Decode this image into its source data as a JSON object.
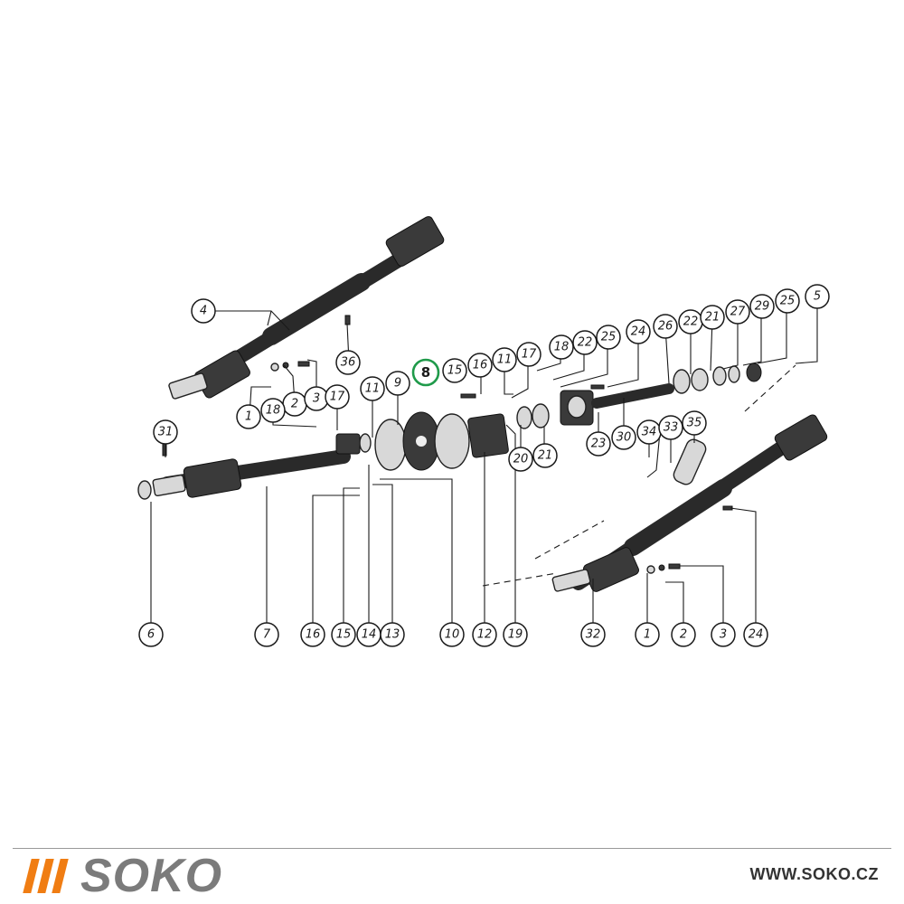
{
  "brand": {
    "name": "SOKO",
    "website": "WWW.SOKO.CZ",
    "accent_color": "#f07d13",
    "text_color": "#7b7b7b"
  },
  "diagram": {
    "highlighted_part": "8",
    "highlight_color": "#1f9a4a",
    "callouts": [
      "4",
      "36",
      "1",
      "2",
      "3",
      "17",
      "18",
      "31",
      "6",
      "7",
      "16",
      "15",
      "14",
      "13",
      "11",
      "9",
      "8",
      "15",
      "16",
      "11",
      "17",
      "18",
      "22",
      "25",
      "24",
      "26",
      "22",
      "21",
      "27",
      "29",
      "25",
      "5",
      "10",
      "12",
      "19",
      "20",
      "21",
      "23",
      "30",
      "34",
      "33",
      "35",
      "32",
      "1",
      "2",
      "3",
      "24"
    ]
  }
}
